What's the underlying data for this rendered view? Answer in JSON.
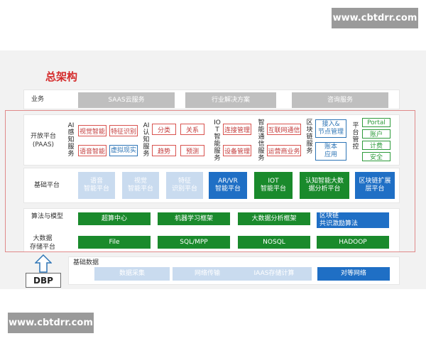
{
  "watermark": "www.cbtdrr.com",
  "title": "总架构",
  "business": {
    "label": "业务",
    "items": [
      "SAAS云服务",
      "行业解决方案",
      "咨询服务"
    ]
  },
  "open_platform": {
    "label": "开放平台\n(PAAS)",
    "ai_perception": {
      "label": "AI感知服务",
      "items": [
        "视觉智能",
        "特征识别",
        "语音智能",
        "虚拟现实"
      ]
    },
    "ai_cognition": {
      "label": "AI认知服务",
      "items": [
        "分类",
        "关系",
        "趋势",
        "预测"
      ]
    },
    "iot": {
      "label": "IOT智能服务",
      "items": [
        "连接管理",
        "设备管理"
      ]
    },
    "smart_comm": {
      "label": "智能通信服务",
      "items": [
        "互联网通信",
        "运营商业务"
      ]
    },
    "blockchain": {
      "label": "区块链服务",
      "items": [
        "接入&\n节点管理",
        "账本\n应用"
      ]
    },
    "platform_ctrl": {
      "label": "平台管控",
      "items": [
        "Portal",
        "账户",
        "计费",
        "安全"
      ]
    }
  },
  "base_platform": {
    "label": "基础平台",
    "items": [
      "语音\n智能平台",
      "视觉\n智能平台",
      "特征\n识别平台",
      "AR/VR\n智能平台",
      "IOT\n智能平台",
      "认知智能大数\n据分析平台",
      "区块链扩展\n层平台"
    ]
  },
  "algorithms": {
    "label": "算法与模型",
    "items": [
      "超算中心",
      "机器学习框架",
      "大数据分析框架",
      "区块链\n共识激励算法"
    ]
  },
  "bigdata": {
    "label": "大数据\n存储平台",
    "items": [
      "File",
      "SQL/MPP",
      "NOSQL",
      "HADOOP"
    ]
  },
  "base_data": {
    "label": "基础数据",
    "items": [
      "数据采集",
      "网络传输",
      "IAAS存储计算",
      "对等网络"
    ]
  },
  "dbp": "DBP",
  "icons": {
    "up_arrow": "up-arrow-icon"
  },
  "colors": {
    "title_red": "#d42b2b",
    "highlight_border": "#e08a8a",
    "gray_box": "#bfbfbf",
    "red_border": "#d9534f",
    "blue": "#2e75b6",
    "green": "#2e9b3b",
    "dark_blue": "#1f6fc5",
    "dark_green": "#1a8a2c",
    "light_blue": "#c9dbef"
  }
}
